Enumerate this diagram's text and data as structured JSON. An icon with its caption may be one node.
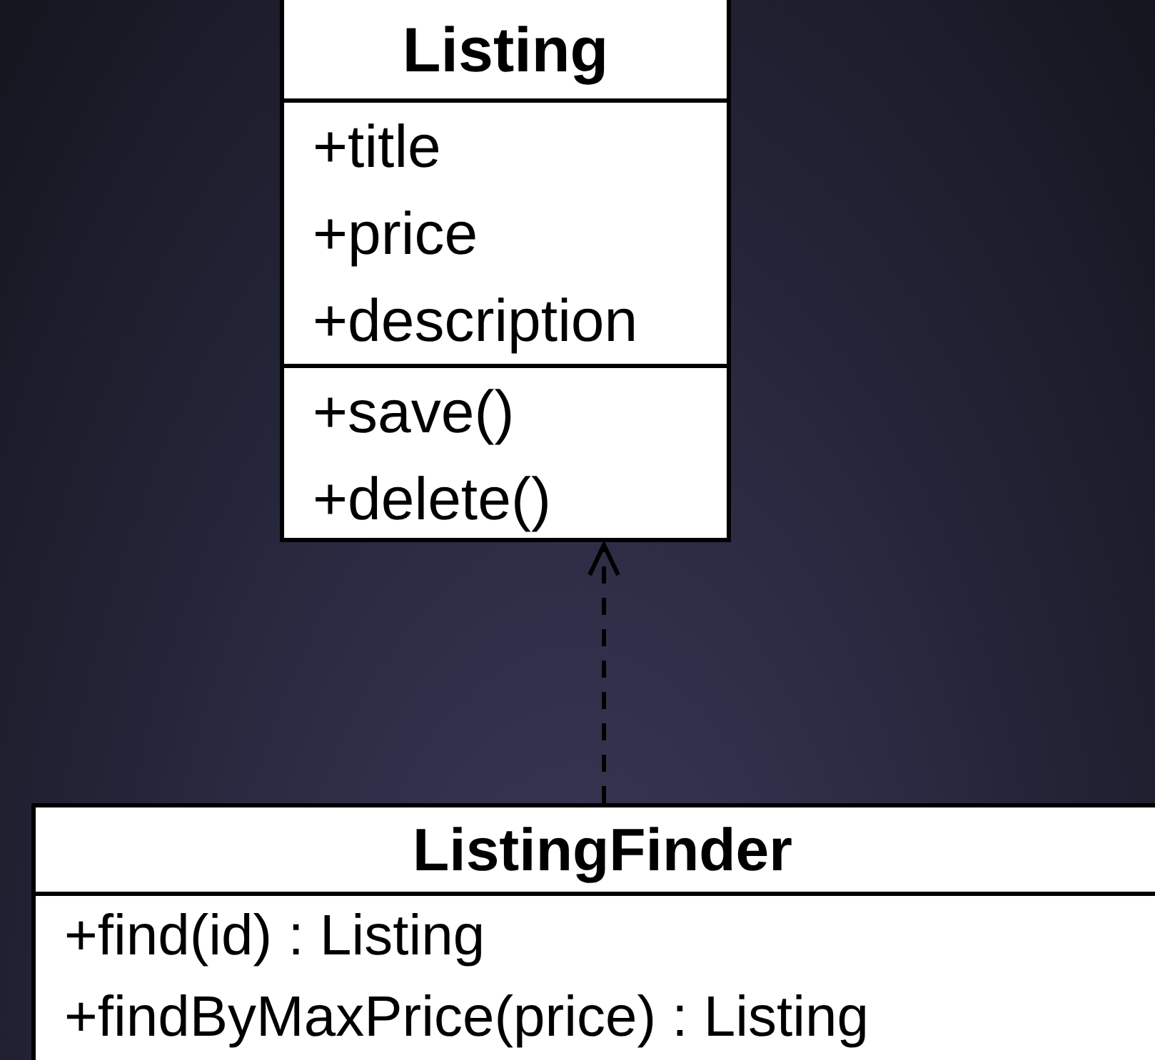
{
  "diagram": {
    "nodes": [
      {
        "text": [
          "Listing",
          "+title",
          "+price",
          "+description",
          "+save()",
          "+delete()"
        ]
      },
      {
        "text": [
          "ListingFinder",
          "+find(id) : Listing",
          "+findByMaxPrice(price) : Listing"
        ]
      }
    ],
    "edges": [
      {
        "from": 1,
        "to": 0,
        "arrow": "to",
        "style": "dashed"
      }
    ]
  }
}
